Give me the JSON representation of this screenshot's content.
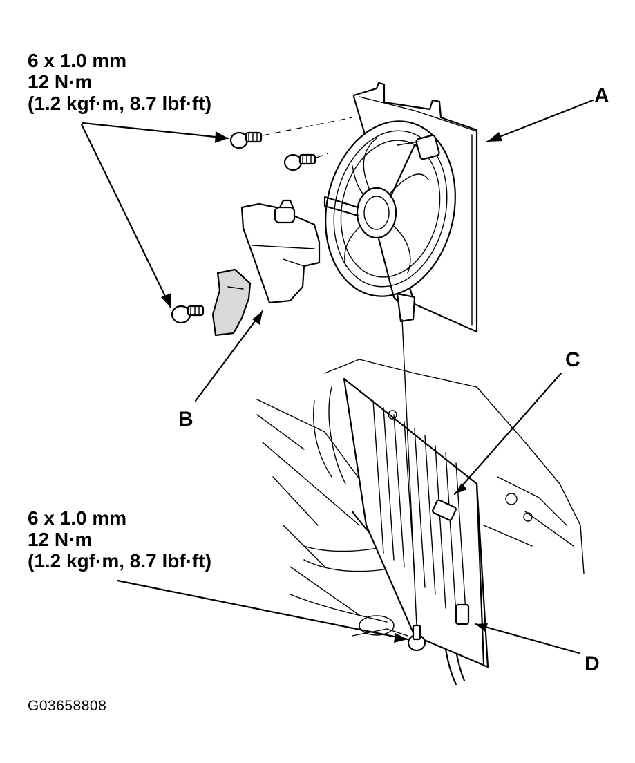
{
  "torque_spec_top": {
    "thread": "6 x 1.0 mm",
    "torque": "12 N·m",
    "torque_alt": "(1.2 kgf·m, 8.7 lbf·ft)"
  },
  "torque_spec_bottom": {
    "thread": "6 x 1.0 mm",
    "torque": "12 N·m",
    "torque_alt": "(1.2 kgf·m, 8.7 lbf·ft)"
  },
  "callouts": {
    "a": "A",
    "b": "B",
    "c": "C",
    "d": "D"
  },
  "figure_id": "G03658808"
}
